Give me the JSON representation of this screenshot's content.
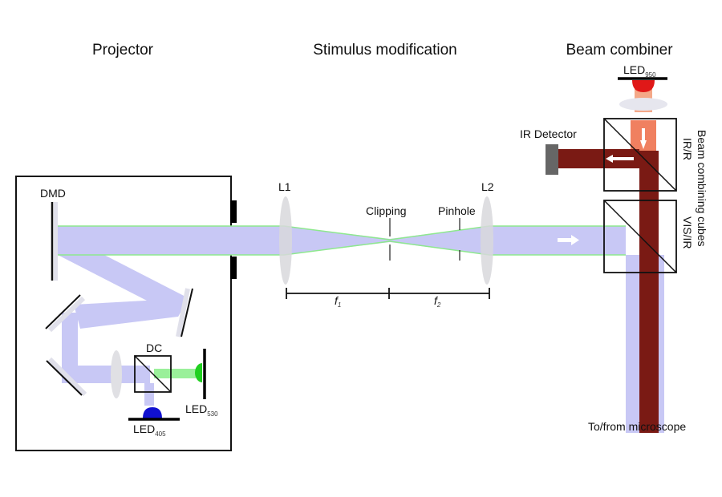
{
  "sections": {
    "projector": "Projector",
    "stimulus": "Stimulus modification",
    "combiner": "Beam combiner"
  },
  "labels": {
    "dmd": "DMD",
    "dc": "DC",
    "led_blue": "LED",
    "led_blue_sub": "405",
    "led_green": "LED",
    "led_green_sub": "530",
    "led_ir": "LED",
    "led_ir_sub": "950",
    "l1": "L1",
    "l2": "L2",
    "clipping": "Clipping",
    "pinhole": "Pinhole",
    "f1": "f",
    "f1_sub": "1",
    "f2": "f",
    "f2_sub": "2",
    "ir_detector": "IR Detector",
    "ir_r": "IR/R",
    "vis_r": "VIS/IR",
    "cubes": "Beam combining cubes",
    "microscope": "To/from microscope"
  },
  "colors": {
    "uv_beam": "#c8c8f5",
    "green_beam": "#8ee88e",
    "ir_beam": "#7a1a14",
    "ir_light": "#f08060",
    "led_blue": "#1010d0",
    "led_green": "#20d020",
    "led_red": "#e01818",
    "detector": "#666666",
    "lens": "#d8d8dc"
  }
}
